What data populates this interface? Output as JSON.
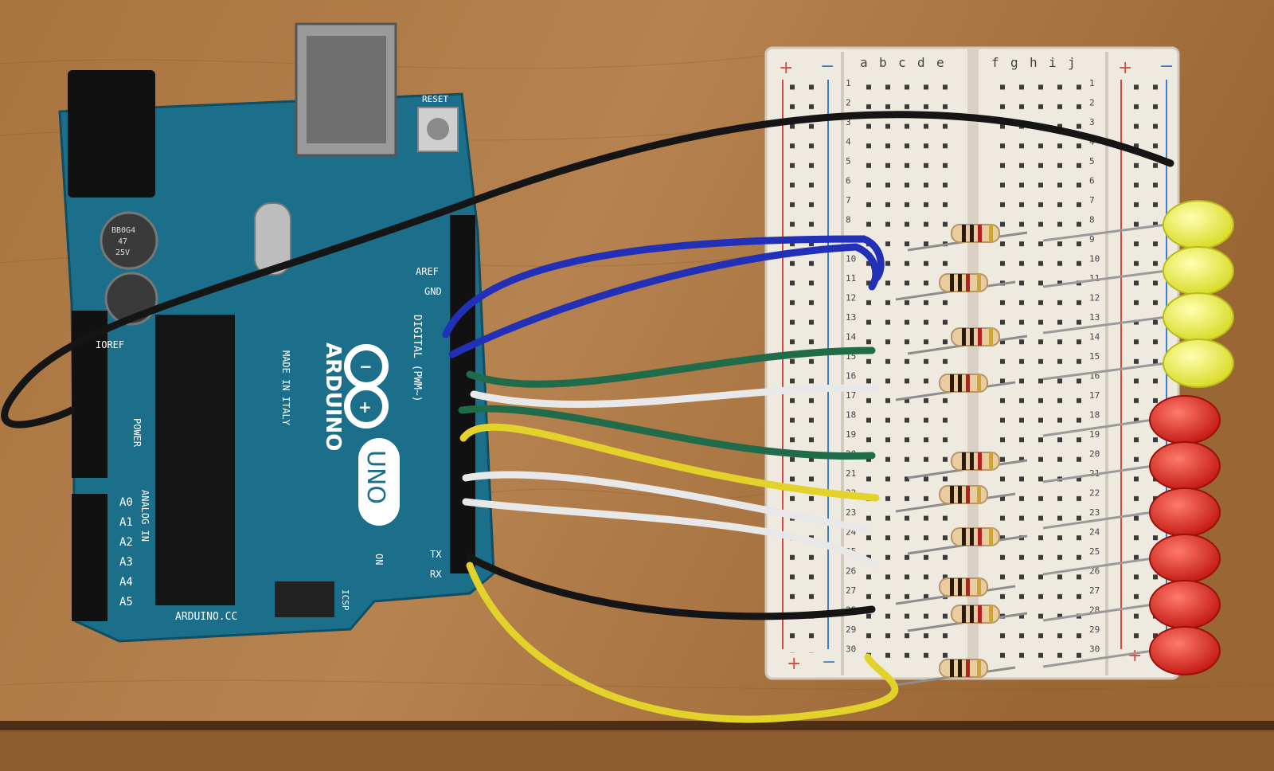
{
  "board": {
    "brand": "ARDUINO",
    "model": "UNO",
    "website": "ARDUINO.CC",
    "origin": "MADE IN ITALY",
    "reset_label": "RESET",
    "aref_label": "AREF",
    "gnd_label": "GND",
    "digital_label": "DIGITAL (PWM~)",
    "power_label": "POWER",
    "analog_label": "ANALOG IN",
    "ioref_label": "IOREF",
    "icsp_label": "ICSP",
    "tx_label": "TX",
    "rx_label": "RX",
    "on_label": "ON",
    "capacitor_text": [
      "BB0G4",
      "47",
      "25V"
    ],
    "analog_pins": [
      "A0",
      "A1",
      "A2",
      "A3",
      "A4",
      "A5"
    ]
  },
  "breadboard": {
    "rail_plus": "+",
    "rail_minus": "−",
    "left_columns": [
      "a",
      "b",
      "c",
      "d",
      "e"
    ],
    "right_columns": [
      "f",
      "g",
      "h",
      "i",
      "j"
    ],
    "row_count": 30
  },
  "colors": {
    "wood": "#9c6a37",
    "board": "#1c6f8a",
    "breadboard": "#efeae0",
    "led_yellow": "#e6e83a",
    "led_red": "#e0201c",
    "wire_blue": "#2230b8",
    "wire_green": "#1f6b4a",
    "wire_white": "#e8e8e8",
    "wire_yellow": "#e2d22a",
    "wire_black": "#151515"
  },
  "leds": {
    "yellow_count": 4,
    "red_count": 6
  },
  "resistor_count": 10
}
